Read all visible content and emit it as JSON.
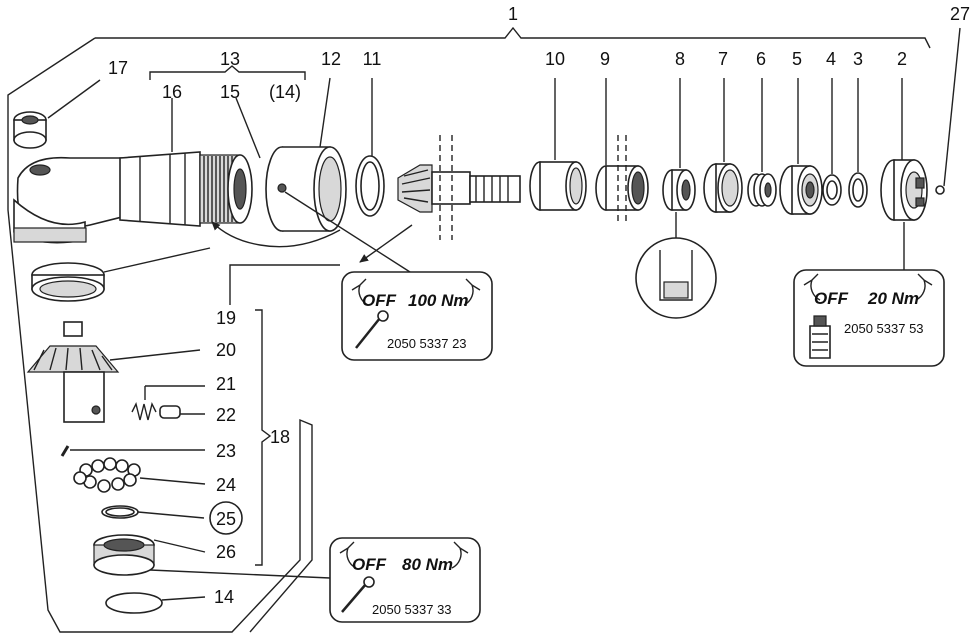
{
  "labels": {
    "l1": "1",
    "l2": "2",
    "l3": "3",
    "l4": "4",
    "l5": "5",
    "l6": "6",
    "l7": "7",
    "l8": "8",
    "l9": "9",
    "l10": "10",
    "l11": "11",
    "l12": "12",
    "l13": "13",
    "l14a": "(14)",
    "l14b": "14",
    "l15": "15",
    "l16": "16",
    "l17": "17",
    "l18": "18",
    "l19": "19",
    "l20": "20",
    "l21": "21",
    "l22": "22",
    "l23": "23",
    "l24": "24",
    "l25": "25",
    "l26": "26",
    "l27": "27"
  },
  "torque_boxes": {
    "box_100": {
      "off": "OFF",
      "torque": "100 Nm",
      "part_no": "2050 5337 23"
    },
    "box_20": {
      "off": "OFF",
      "torque": "20 Nm",
      "part_no": "2050 5337 53"
    },
    "box_80": {
      "off": "OFF",
      "torque": "80 Nm",
      "part_no": "2050 5337 33"
    }
  }
}
